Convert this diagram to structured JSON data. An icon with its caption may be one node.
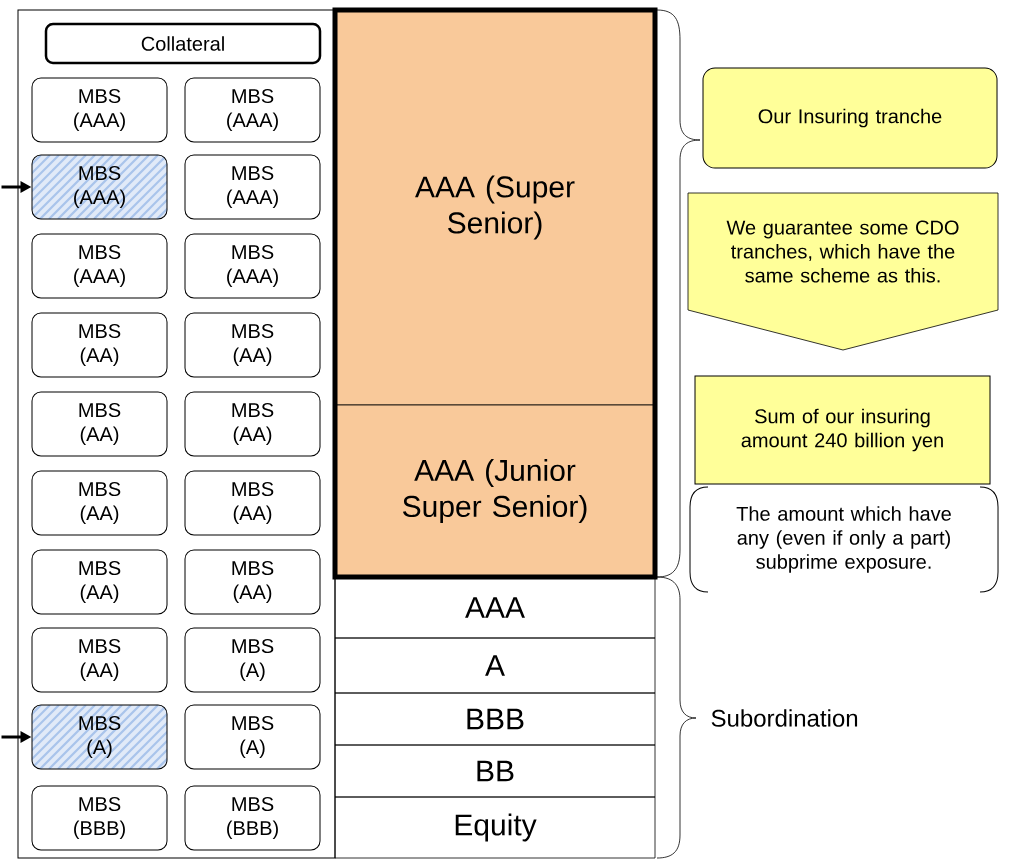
{
  "diagram": {
    "nodes": [
      {
        "text": [],
        "shape": "box"
      },
      {
        "text": [
          "Collateral"
        ],
        "in": 0
      },
      {
        "text": [
          "MBS (AAA)"
        ],
        "in": 0
      },
      {
        "text": [
          "MBS (AAA)"
        ],
        "in": 0
      },
      {
        "text": [
          "MBS (AAA)"
        ],
        "in": 0
      },
      {
        "text": [
          "MBS (AAA)"
        ],
        "in": 0
      },
      {
        "text": [
          "MBS (AAA)"
        ],
        "in": 0
      },
      {
        "text": [
          "MBS (AAA)"
        ],
        "in": 0
      },
      {
        "text": [
          "MBS (AA)"
        ],
        "in": 0
      },
      {
        "text": [
          "MBS (AA)"
        ],
        "in": 0
      },
      {
        "text": [
          "MBS (AA)"
        ],
        "in": 0
      },
      {
        "text": [
          "MBS (AA)"
        ],
        "in": 0
      },
      {
        "text": [
          "MBS (AA)"
        ],
        "in": 0
      },
      {
        "text": [
          "MBS (AA)"
        ],
        "in": 0
      },
      {
        "text": [
          "MBS (AA)"
        ],
        "in": 0
      },
      {
        "text": [
          "MBS (AA)"
        ],
        "in": 0
      },
      {
        "text": [
          "MBS (AA)"
        ],
        "in": 0
      },
      {
        "text": [
          "MBS (A)"
        ],
        "in": 0
      },
      {
        "text": [
          "MBS (A)"
        ],
        "in": 0
      },
      {
        "text": [
          "MBS (A)"
        ],
        "in": 0
      },
      {
        "text": [
          "MBS (BBB)"
        ],
        "in": 0
      },
      {
        "text": [
          "MBS (BBB)"
        ],
        "in": 0
      },
      {
        "text": [
          "AAA (Super Senior)"
        ]
      },
      {
        "text": [
          "AAA (Junior Super Senior)"
        ]
      },
      {
        "text": [
          "AAA"
        ]
      },
      {
        "text": [
          "A"
        ]
      },
      {
        "text": [
          "BBB"
        ]
      },
      {
        "text": [
          "BB"
        ]
      },
      {
        "text": [
          "Equity"
        ]
      },
      {
        "text": [
          "Our Insuring tranche"
        ]
      },
      {
        "text": [
          "We guarantee some CDO tranches, which have the same scheme as this."
        ]
      },
      {
        "text": [
          "Sum of our insuring amount 240 billion yen"
        ]
      },
      {
        "text": [
          "The amount which have any (even if only a part) subprime exposure."
        ]
      }
    ],
    "edges": [
      {
        "from": null,
        "to": 4,
        "arrow": "to"
      },
      {
        "from": null,
        "to": 18,
        "arrow": "to"
      }
    ],
    "labels": [
      "Subordination"
    ]
  }
}
